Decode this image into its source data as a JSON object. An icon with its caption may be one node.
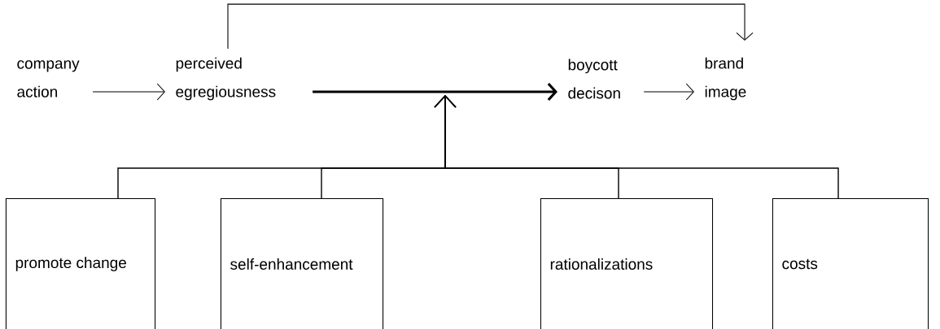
{
  "diagram": {
    "nodes": [
      {
        "text": [
          "company action"
        ]
      },
      {
        "text": [
          "perceived egregiousness"
        ]
      },
      {
        "text": [
          "boycott decison"
        ]
      },
      {
        "text": [
          "brand image"
        ]
      },
      {
        "text": [
          "promote change"
        ]
      },
      {
        "text": [
          "self-enhancement"
        ]
      },
      {
        "text": [
          "rationalizations"
        ]
      },
      {
        "text": [
          "costs"
        ]
      }
    ],
    "edges": [
      {
        "from": 0,
        "to": 1,
        "arrow": "to"
      },
      {
        "from": 1,
        "to": 2,
        "arrow": "to",
        "style": "thick"
      },
      {
        "from": 2,
        "to": 3,
        "arrow": "to"
      },
      {
        "from": 1,
        "to": 3,
        "arrow": "to"
      },
      {
        "from": 4,
        "to": null,
        "arrow": "to"
      },
      {
        "from": 5,
        "to": null,
        "arrow": "to"
      },
      {
        "from": 6,
        "to": null,
        "arrow": "to"
      },
      {
        "from": 7,
        "to": null,
        "arrow": "to"
      }
    ]
  }
}
